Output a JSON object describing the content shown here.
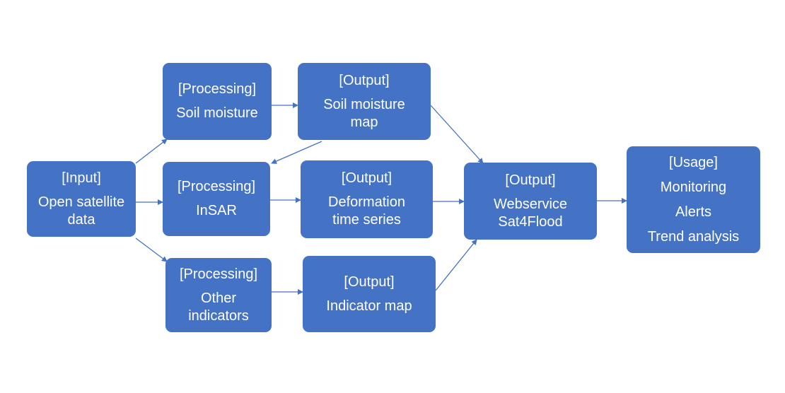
{
  "diagram": {
    "colors": {
      "box_fill": "#4472c4",
      "box_text": "#ffffff",
      "arrow": "#4472c4"
    },
    "nodes": {
      "input": {
        "tag": "[Input]",
        "lines": [
          "Open satellite",
          "data"
        ]
      },
      "proc_soil": {
        "tag": "[Processing]",
        "lines": [
          "Soil moisture"
        ]
      },
      "out_soil": {
        "tag": "[Output]",
        "lines": [
          "Soil moisture",
          "map"
        ]
      },
      "proc_insar": {
        "tag": "[Processing]",
        "lines": [
          "InSAR"
        ]
      },
      "out_deform": {
        "tag": "[Output]",
        "lines": [
          "Deformation",
          "time series"
        ]
      },
      "proc_other": {
        "tag": "[Processing]",
        "lines": [
          "Other",
          "indicators"
        ]
      },
      "out_indicator": {
        "tag": "[Output]",
        "lines": [
          "Indicator map"
        ]
      },
      "webservice": {
        "tag": "[Output]",
        "lines": [
          "Webservice",
          "Sat4Flood"
        ]
      },
      "usage": {
        "tag": "[Usage]",
        "lines": [
          "Monitoring",
          "Alerts",
          "Trend analysis"
        ]
      }
    },
    "edges": [
      {
        "from": "input",
        "to": "proc_soil"
      },
      {
        "from": "input",
        "to": "proc_insar"
      },
      {
        "from": "input",
        "to": "proc_other"
      },
      {
        "from": "proc_soil",
        "to": "out_soil"
      },
      {
        "from": "out_soil",
        "to": "proc_insar"
      },
      {
        "from": "out_soil",
        "to": "webservice"
      },
      {
        "from": "proc_insar",
        "to": "out_deform"
      },
      {
        "from": "out_deform",
        "to": "webservice"
      },
      {
        "from": "proc_other",
        "to": "out_indicator"
      },
      {
        "from": "out_indicator",
        "to": "webservice"
      },
      {
        "from": "webservice",
        "to": "usage"
      }
    ]
  }
}
